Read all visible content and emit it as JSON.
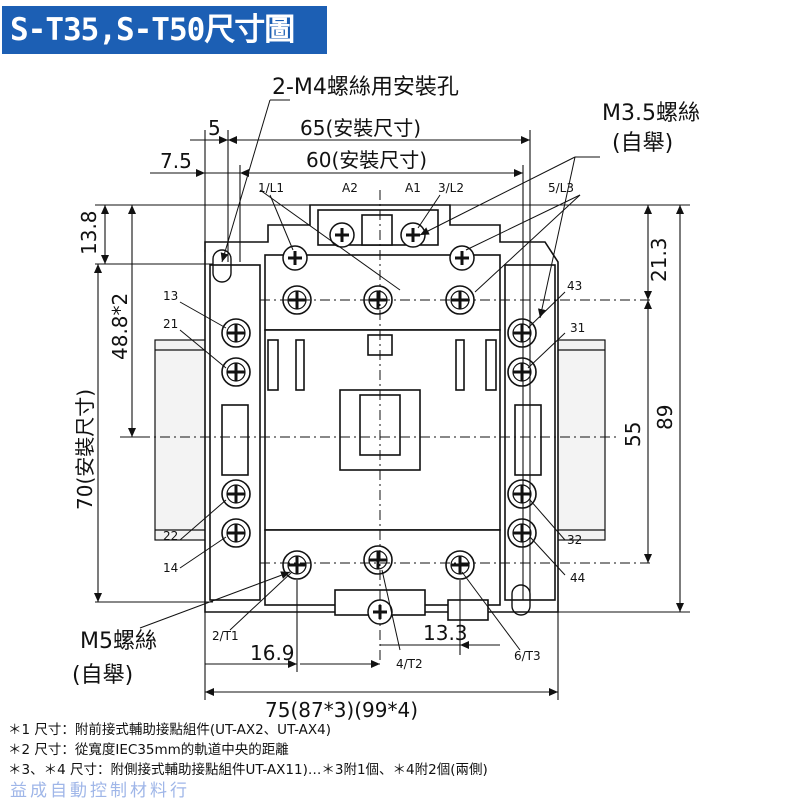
{
  "title": "S-T35,S-T50尺寸圖",
  "callouts": {
    "mount_holes": "2-M4螺絲用安裝孔",
    "m35_line1": "M3.5螺絲",
    "m35_line2": "(自舉)",
    "m5_line1": "M5螺絲",
    "m5_line2": "(自舉)"
  },
  "dimensions": {
    "d5": "5",
    "d75": "7.5",
    "d65": "65(安裝尺寸)",
    "d60": "60(安裝尺寸)",
    "d138": "13.8",
    "d488": "48.8*2",
    "d70": "70(安裝尺寸)",
    "d213": "21.3",
    "d55": "55",
    "d89": "89",
    "d169": "16.9",
    "d133": "13.3",
    "d75total": "75(87*3)(99*4)"
  },
  "terminals": {
    "l1": "1/L1",
    "a2": "A2",
    "a1": "A1",
    "l2": "3/L2",
    "l3": "5/L3",
    "t13": "13",
    "t21": "21",
    "t22": "22",
    "t14": "14",
    "t43": "43",
    "t31": "31",
    "t32": "32",
    "t44": "44",
    "t1": "2/T1",
    "t2": "4/T2",
    "t3": "6/T3"
  },
  "notes": [
    "＊1 尺寸：附前接式輔助接點組件(UT-AX2、UT-AX4)",
    "＊2 尺寸：從寬度IEC35mm的軌道中央的距離",
    "＊3、＊4 尺寸：附側接式輔助接點組件UT-AX11)…＊3附1個、＊4附2個(兩側)"
  ],
  "watermark": "益成自動控制材料行",
  "colors": {
    "title_bg": "#1c5fb4",
    "watermark": "#9fb6e8"
  }
}
